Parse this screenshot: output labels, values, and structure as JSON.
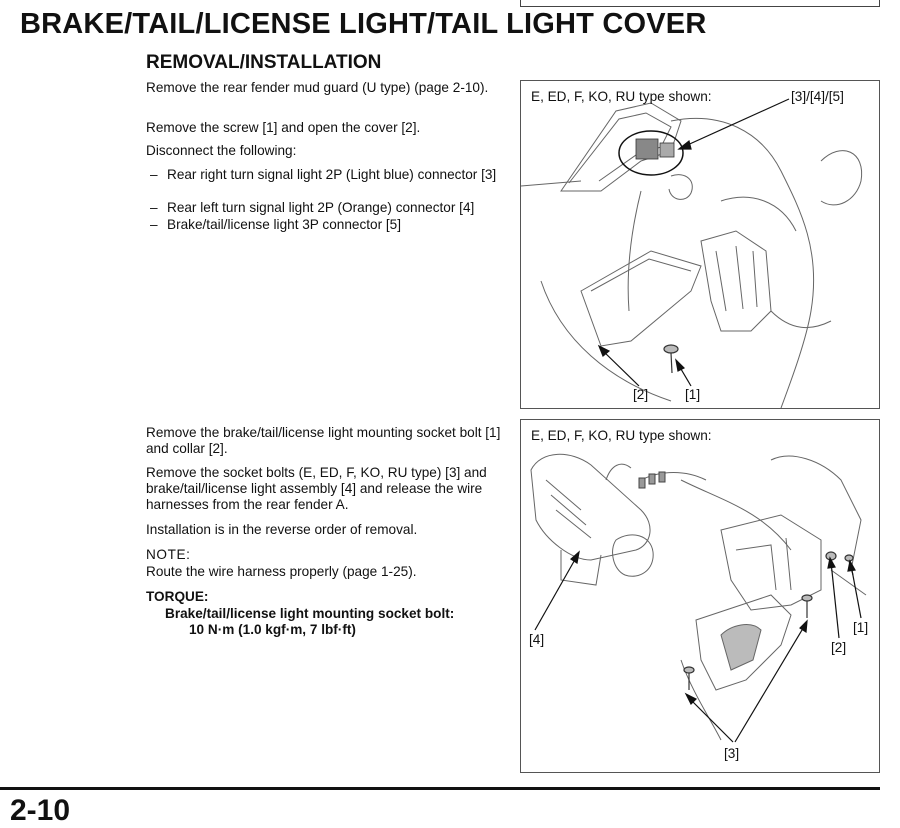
{
  "title": "BRAKE/TAIL/LICENSE LIGHT/TAIL LIGHT COVER",
  "subtitle": "REMOVAL/INSTALLATION",
  "section1": {
    "paragraphs": [
      "Remove the rear fender mud guard (U type) (page 2-10).",
      "Remove the screw [1] and open the cover [2].",
      "Disconnect the following:"
    ],
    "bullets": [
      "Rear right turn signal light 2P (Light blue) connector [3]",
      "Rear left turn signal light 2P (Orange) connector [4]",
      "Brake/tail/license light 3P connector [5]"
    ]
  },
  "section2": {
    "paragraphs": [
      "Remove the brake/tail/license light mounting socket bolt [1] and collar [2].",
      "Remove the socket bolts (E, ED, F, KO, RU type) [3] and brake/tail/license light assembly [4] and release the wire harnesses from the rear fender A.",
      "Installation is in the reverse order of removal."
    ],
    "note_label": "NOTE:",
    "note_text": "Route the wire harness properly (page 1-25).",
    "torque_label": "TORQUE:",
    "torque_item": "Brake/tail/license light mounting socket bolt:",
    "torque_value": "10 N·m (1.0 kgf·m, 7 lbf·ft)"
  },
  "figure1": {
    "caption": "E, ED, F, KO, RU type shown:",
    "callout_top": "[3]/[4]/[5]",
    "label_cover": "[2]",
    "label_screw": "[1]"
  },
  "figure2": {
    "caption": "E, ED, F, KO, RU type shown:",
    "label_assembly": "[4]",
    "label_bolt": "[1]",
    "label_collar": "[2]",
    "label_socket_bolts": "[3]"
  },
  "page_number": "2-10"
}
